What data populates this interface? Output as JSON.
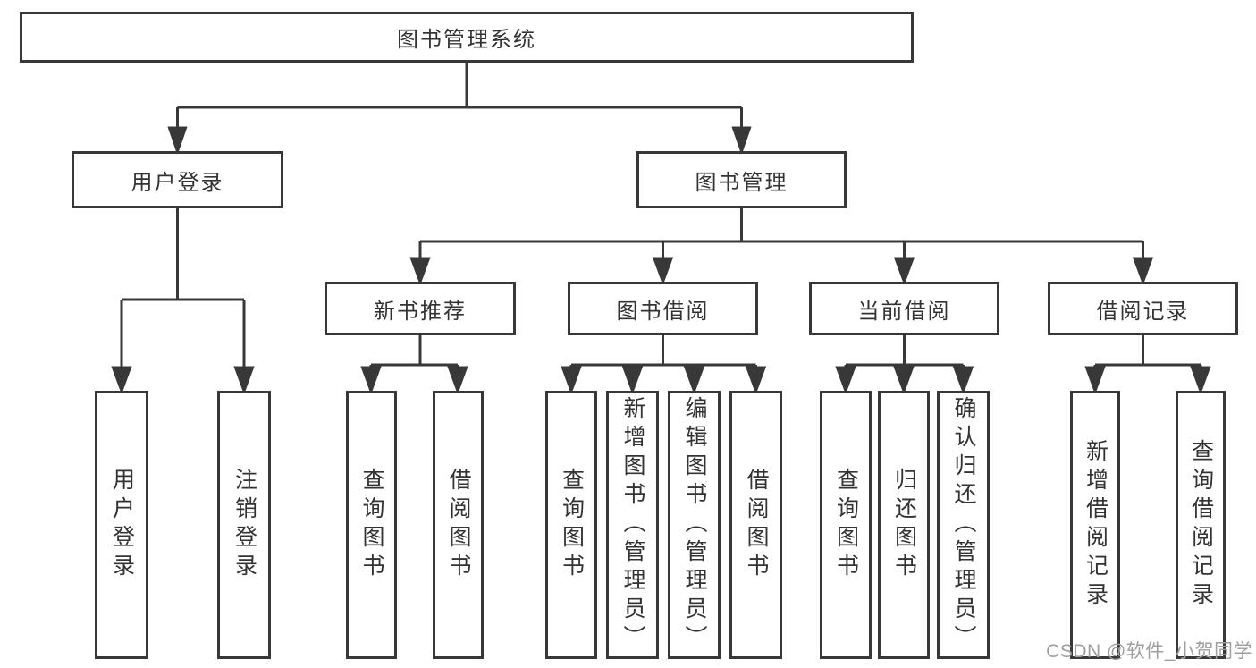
{
  "diagram": {
    "root": {
      "label": "图书管理系统"
    },
    "level2": [
      {
        "label": "用户登录"
      },
      {
        "label": "图书管理"
      }
    ],
    "level3": [
      {
        "label": "新书推荐"
      },
      {
        "label": "图书借阅"
      },
      {
        "label": "当前借阅"
      },
      {
        "label": "借阅记录"
      }
    ],
    "leaves": {
      "user_login": [
        {
          "label": "用户登录"
        },
        {
          "label": "注销登录"
        }
      ],
      "new_book": [
        {
          "label": "查询图书"
        },
        {
          "label": "借阅图书"
        }
      ],
      "book_borrow": [
        {
          "label": "查询图书"
        },
        {
          "label": "新增图书（管理员）"
        },
        {
          "label": "编辑图书（管理员）"
        },
        {
          "label": "借阅图书"
        }
      ],
      "current_borrow": [
        {
          "label": "查询图书"
        },
        {
          "label": "归还图书"
        },
        {
          "label": "确认归还（管理员）"
        }
      ],
      "borrow_records": [
        {
          "label": "新增借阅记录"
        },
        {
          "label": "查询借阅记录"
        }
      ]
    },
    "colors": {
      "line": "#383838",
      "text": "#333333",
      "watermark": "#9e9ea0",
      "background": "#ffffff"
    },
    "watermark": {
      "text": "CSDN @软件_小贺同学"
    }
  }
}
